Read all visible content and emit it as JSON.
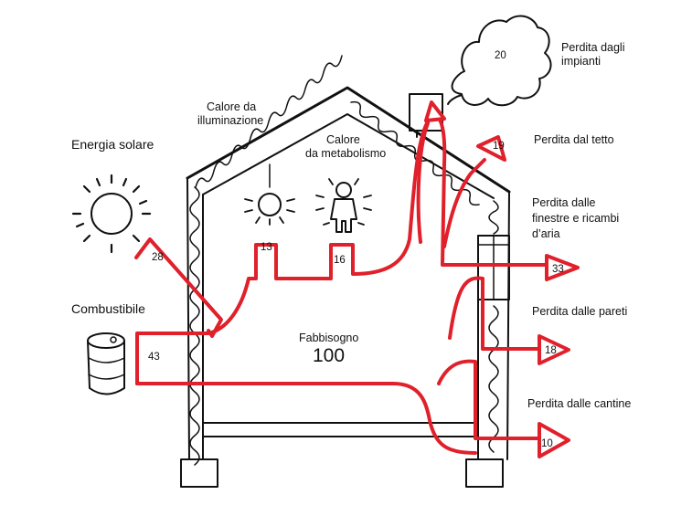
{
  "labels": {
    "energia_solare": "Energia solare",
    "combustibile": "Combustibile",
    "calore_illuminazione": [
      "Calore da",
      "illuminazione"
    ],
    "calore_metabolismo": [
      "Calore",
      "da metabolismo"
    ],
    "fabbisogno_label": "Fabbisogno",
    "fabbisogno_value": "100",
    "perdita_impianti": [
      "Perdita dagli",
      "impianti"
    ],
    "perdita_tetto": "Perdita dal tetto",
    "perdita_finestre": [
      "Perdita dalle",
      "finestre e ricambi",
      "d’aria"
    ],
    "perdita_pareti": "Perdita dalle pareti",
    "perdita_cantine": "Perdita dalle cantine"
  },
  "values": {
    "solare": "28",
    "combustibile": "43",
    "illuminazione": "13",
    "metabolismo": "16",
    "impianti": "20",
    "tetto": "19",
    "finestre": "33",
    "pareti": "18",
    "cantine": "10"
  },
  "colors": {
    "flow": "#e0202b",
    "ink": "#111111"
  },
  "icons": [
    "sun-icon",
    "fuel-barrel-icon",
    "light-bulb-icon",
    "person-icon",
    "smoke-cloud-icon",
    "chimney-icon"
  ]
}
